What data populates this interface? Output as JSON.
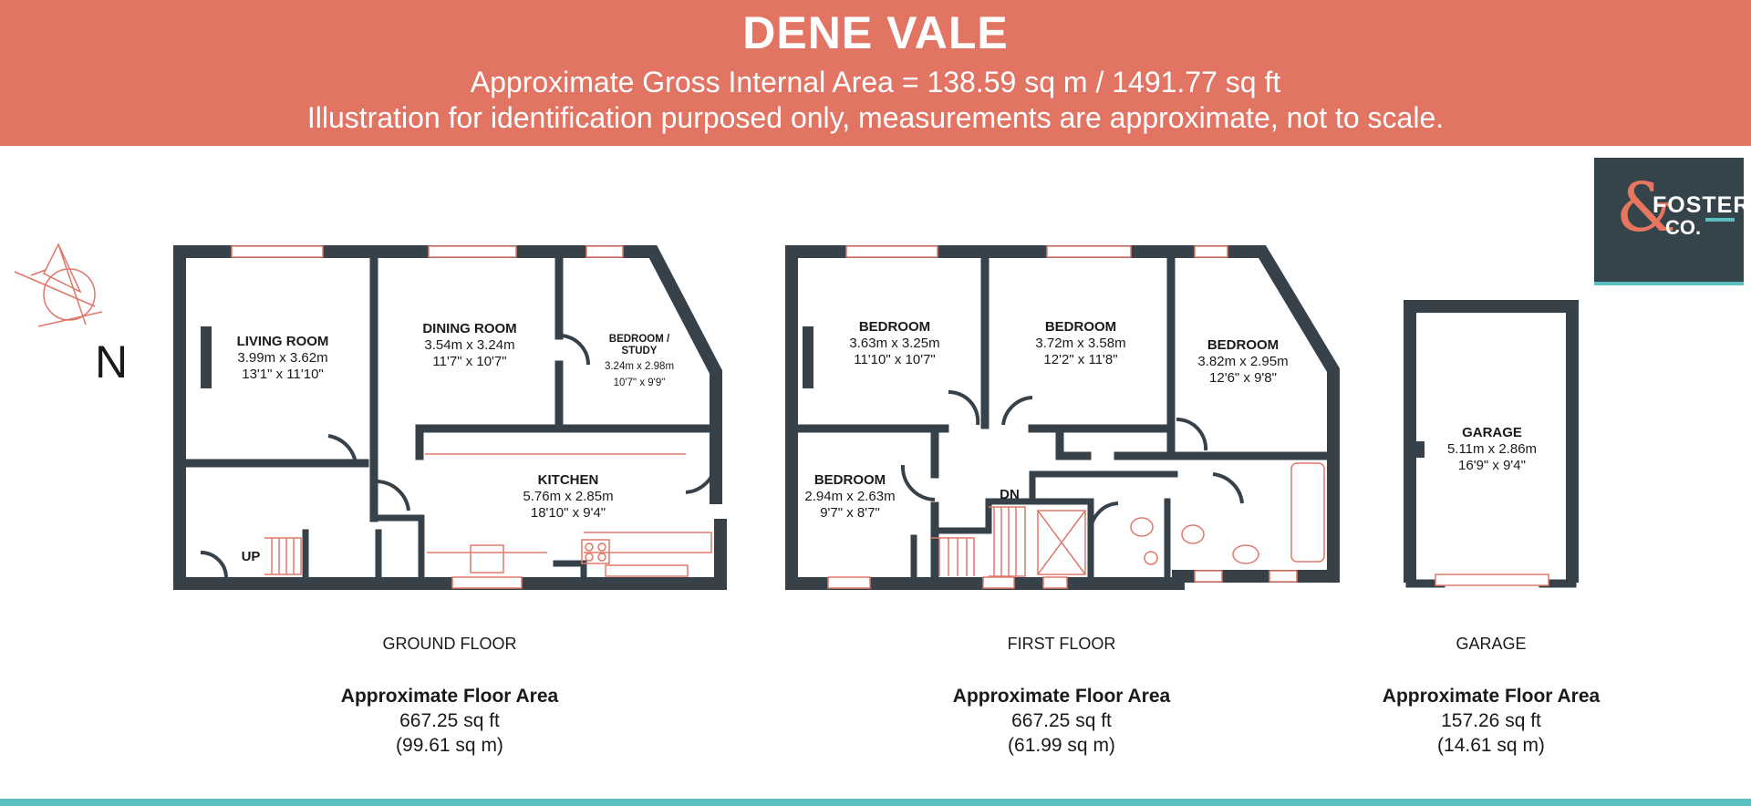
{
  "header": {
    "title": "DENE VALE",
    "subtitle_area": "Approximate Gross Internal Area = 138.59 sq m / 1491.77 sq ft",
    "subtitle_note": "Illustration for identification purposed only, measurements are approximate, not to scale."
  },
  "logo": {
    "line1": "FOSTER",
    "line2": "CO."
  },
  "compass": {
    "label": "N"
  },
  "ground_floor": {
    "label": "GROUND FLOOR",
    "area_heading": "Approximate Floor Area",
    "area_sqft": "667.25 sq ft",
    "area_sqm": "(99.61 sq m)",
    "stairs_label": "UP",
    "rooms": {
      "living": {
        "name": "LIVING ROOM",
        "metric": "3.99m x 3.62m",
        "imperial": "13'1\" x 11'10\""
      },
      "dining": {
        "name": "DINING ROOM",
        "metric": "3.54m x 3.24m",
        "imperial": "11'7\" x 10'7\""
      },
      "study": {
        "name": "BEDROOM /",
        "name2": "STUDY",
        "metric": "3.24m x 2.98m",
        "imperial": "10'7\" x 9'9\""
      },
      "kitchen": {
        "name": "KITCHEN",
        "metric": "5.76m x 2.85m",
        "imperial": "18'10\" x 9'4\""
      }
    }
  },
  "first_floor": {
    "label": "FIRST FLOOR",
    "area_heading": "Approximate Floor Area",
    "area_sqft": "667.25 sq ft",
    "area_sqm": "(61.99 sq m)",
    "stairs_label": "DN",
    "rooms": {
      "bedroom1": {
        "name": "BEDROOM",
        "metric": "3.63m x 3.25m",
        "imperial": "11'10\" x 10'7\""
      },
      "bedroom2": {
        "name": "BEDROOM",
        "metric": "3.72m x 3.58m",
        "imperial": "12'2\" x 11'8\""
      },
      "bedroom3": {
        "name": "BEDROOM",
        "metric": "3.82m x 2.95m",
        "imperial": "12'6\" x 9'8\""
      },
      "bedroom4": {
        "name": "BEDROOM",
        "metric": "2.94m x 2.63m",
        "imperial": "9'7\" x 8'7\""
      }
    }
  },
  "garage": {
    "label": "GARAGE",
    "area_heading": "Approximate Floor Area",
    "area_sqft": "157.26 sq ft",
    "area_sqm": "(14.61 sq m)",
    "room": {
      "name": "GARAGE",
      "metric": "5.11m x 2.86m",
      "imperial": "16'9\" x 9'4\""
    }
  },
  "colors": {
    "banner": "#e27464",
    "wall": "#37414a",
    "fixture": "#e0786a",
    "accent": "#5abfc0",
    "logo_bg": "#35434b"
  }
}
